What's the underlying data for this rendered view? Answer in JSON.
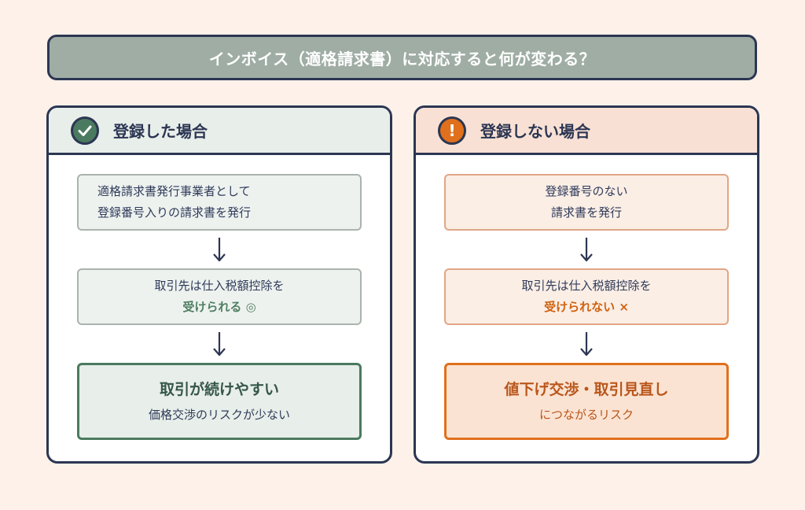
{
  "title": "インボイス（適格請求書）に対応すると何が変わる？",
  "left": {
    "header": "登録した場合",
    "icon": "check-icon",
    "color": "#4a7a5f",
    "steps": [
      {
        "line1": "適格請求書発行事業者として",
        "line2": "登録番号入りの請求書を発行"
      },
      {
        "line1": "取引先は仕入税額控除を",
        "line2": "受けられる ◎"
      }
    ],
    "final": {
      "headline": "取引が続けやすい",
      "sub": "価格交渉のリスクが少ない"
    }
  },
  "right": {
    "header": "登録しない場合",
    "icon": "exclamation-icon",
    "color": "#e1701c",
    "badge_text": "!",
    "steps": [
      {
        "line1": "登録番号のない",
        "line2": "請求書を発行"
      },
      {
        "line1": "取引先は仕入税額控除を",
        "line2": "受けられない ×"
      }
    ],
    "final": {
      "headline": "値下げ交渉・取引見直し",
      "sub": "につながるリスク"
    }
  }
}
